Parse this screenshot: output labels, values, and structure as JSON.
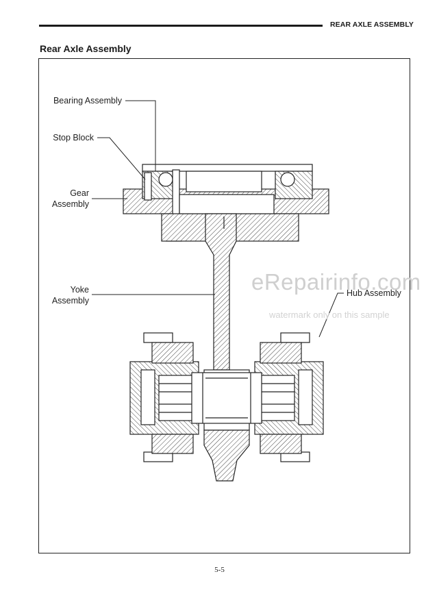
{
  "header": {
    "section_label": "REAR AXLE ASSEMBLY"
  },
  "page": {
    "title": "Rear Axle Assembly",
    "page_number": "5-5"
  },
  "callouts": {
    "bearing_assembly": "Bearing Assembly",
    "stop_block": "Stop Block",
    "gear_assembly": "Gear\nAssembly",
    "yoke_assembly": "Yoke\nAssembly",
    "hub_assembly": "Hub Assembly"
  },
  "watermark": {
    "brand": "eRepairinfo.com",
    "note": "watermark only on this sample"
  }
}
